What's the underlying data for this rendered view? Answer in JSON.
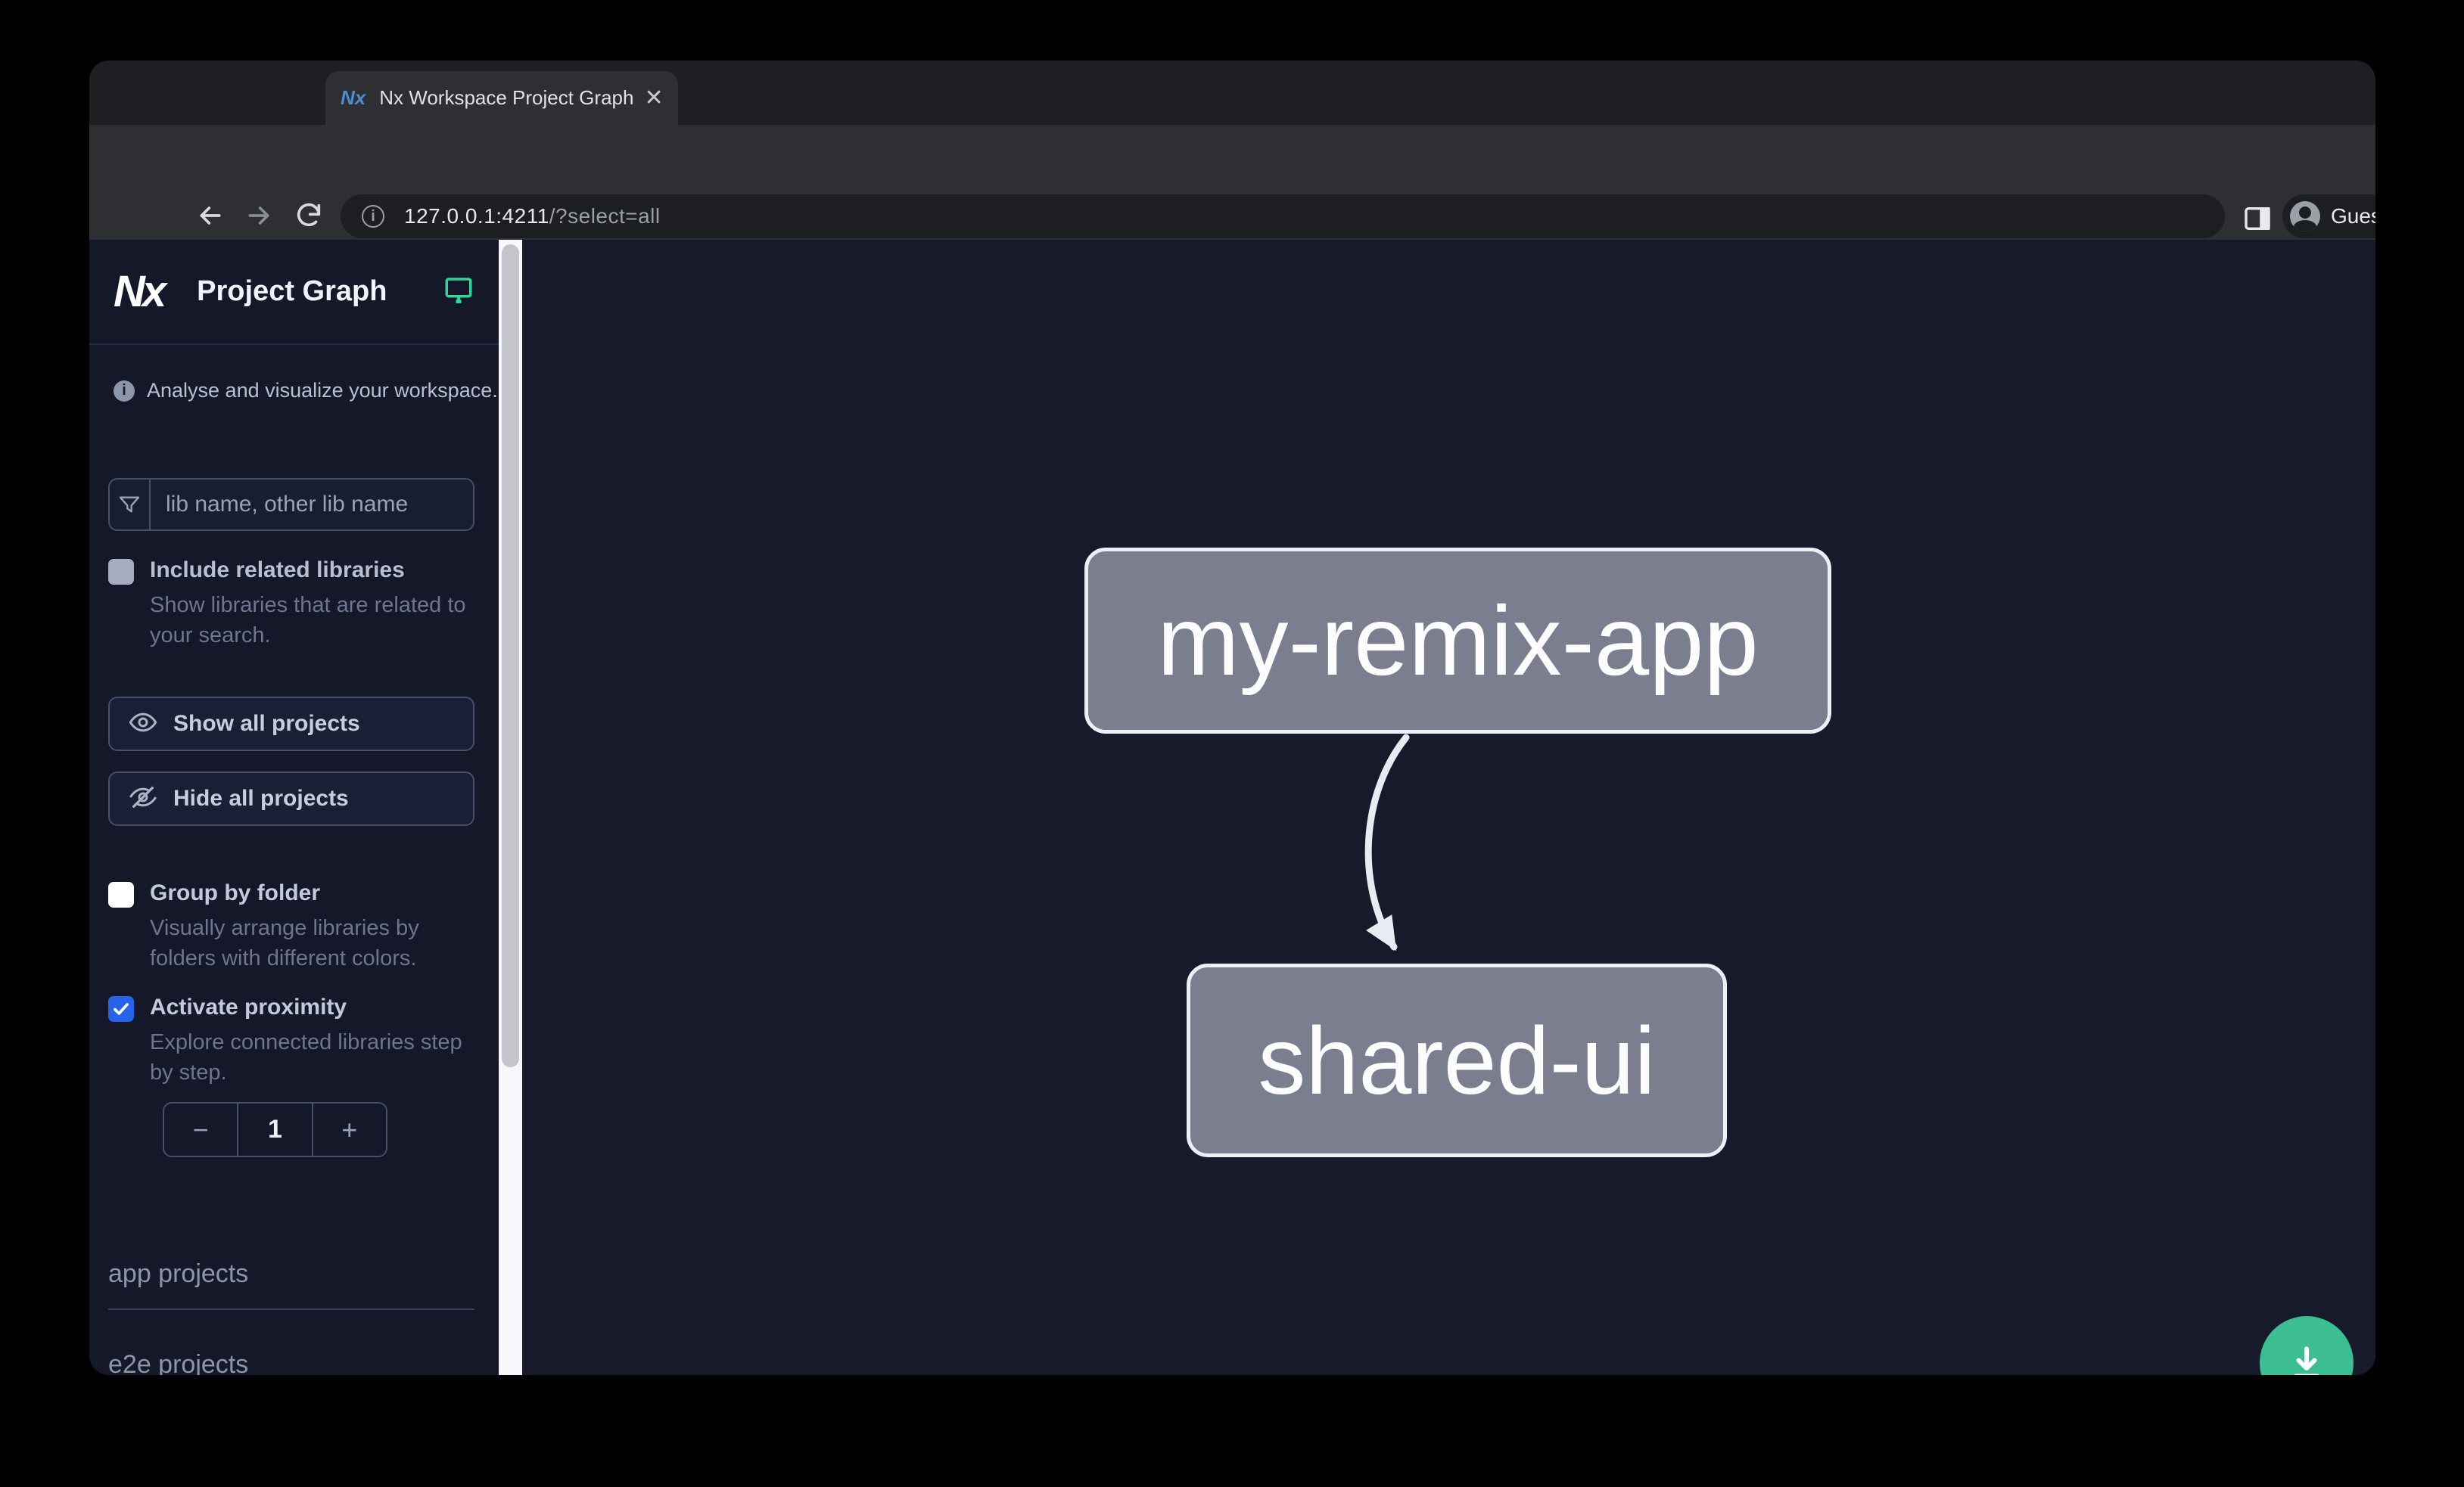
{
  "browser": {
    "tab": {
      "title": "Nx Workspace Project Graph",
      "favicon": "Nx",
      "close_icon": "x",
      "new_tab_icon": "+"
    },
    "url": {
      "host": "127.0.0.1:4211",
      "path": "/?select=all"
    },
    "profile_label": "Guest"
  },
  "sidebar": {
    "app_title": "Project Graph",
    "logo_text": "Nx",
    "tagline": "Analyse and visualize your workspace.",
    "search": {
      "placeholder": "lib name, other lib name"
    },
    "options": [
      {
        "label": "Include related libraries",
        "description": "Show libraries that are related to your search.",
        "checked": false,
        "enabled": false
      },
      {
        "label": "Group by folder",
        "description": "Visually arrange libraries by folders with different colors.",
        "checked": false,
        "enabled": true
      },
      {
        "label": "Activate proximity",
        "description": "Explore connected libraries step by step.",
        "checked": true,
        "enabled": true
      }
    ],
    "buttons": {
      "show_all": "Show all projects",
      "hide_all": "Hide all projects"
    },
    "stepper": {
      "decrement": "−",
      "value": "1",
      "increment": "+"
    },
    "sections": [
      {
        "label": "app projects"
      },
      {
        "label": "e2e projects"
      }
    ]
  },
  "graph": {
    "nodes": [
      {
        "id": "my-remix-app"
      },
      {
        "id": "shared-ui"
      }
    ],
    "edges": [
      {
        "from": "my-remix-app",
        "to": "shared-ui"
      }
    ]
  },
  "colors": {
    "accent_green": "#3cbd92",
    "nx_icon_green": "#34d399",
    "checkbox_blue": "#2563eb",
    "node_fill": "#7a7e8f",
    "node_border": "#edeff5",
    "sidebar_bg": "#141828",
    "canvas_bg": "#171a2b",
    "chrome_bg": "#2e2f33"
  }
}
